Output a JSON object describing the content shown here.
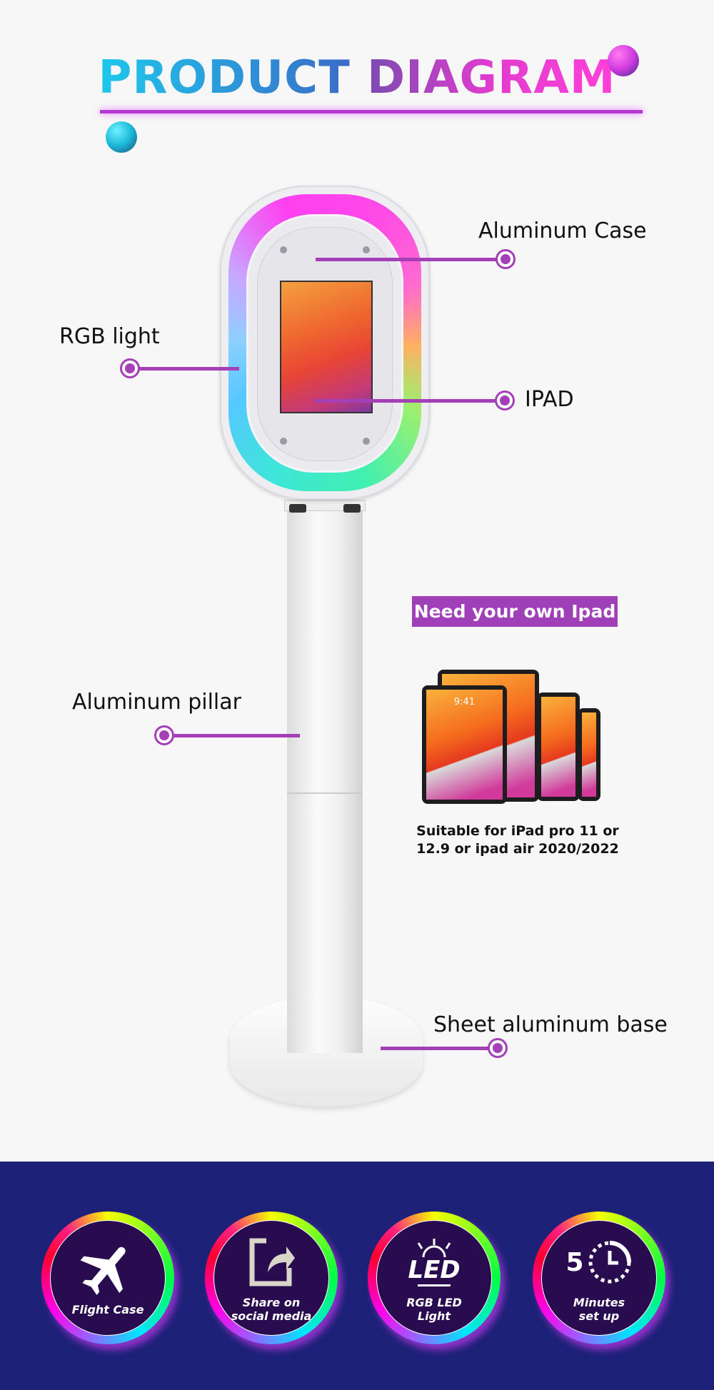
{
  "title": {
    "word1": "PRODUCT",
    "word2": "DIAGRAM"
  },
  "callouts": {
    "aluminum_case": "Aluminum Case",
    "rgb_light": "RGB light",
    "ipad": "IPAD",
    "aluminum_pillar": "Aluminum pillar",
    "sheet_base": "Sheet aluminum base"
  },
  "ipad_note": {
    "badge": "Need your own Ipad",
    "line1": "Suitable for iPad pro 11 or",
    "line2": "12.9 or ipad air 2020/2022",
    "screen_time": "9:41"
  },
  "features": [
    {
      "icon": "airplane-icon",
      "label1": "Flight Case",
      "label2": ""
    },
    {
      "icon": "share-icon",
      "label1": "Share on",
      "label2": "social media"
    },
    {
      "icon": "led-icon",
      "icon_text": "LED",
      "label1": "RGB LED",
      "label2": "Light"
    },
    {
      "icon": "timer-icon",
      "icon_text": "5",
      "label1": "Minutes",
      "label2": "set up"
    }
  ],
  "colors": {
    "accent": "#a43fb8",
    "banner": "#1d2177"
  }
}
